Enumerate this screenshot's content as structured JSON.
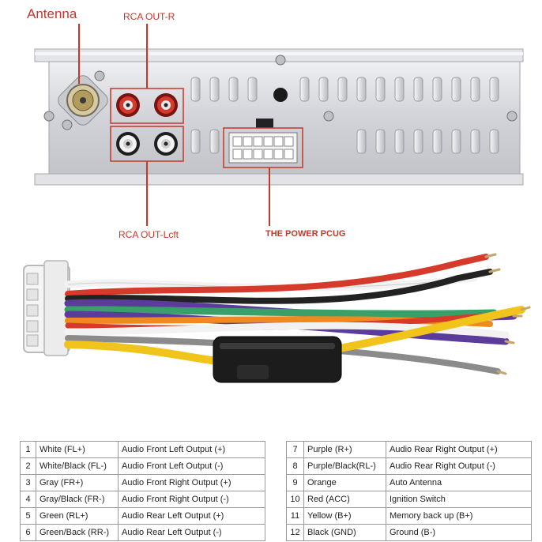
{
  "labels": {
    "antenna": "Antenna",
    "rca_out_r": "RCA OUT-R",
    "rca_out_left": "RCA OUT-Lcft",
    "power_plug": "THE POWER PCUG"
  },
  "colors": {
    "annotation": "#c0392b",
    "panel": "#d4d5d9",
    "wire_red": "#d63a2a",
    "wire_black": "#222222",
    "wire_green": "#3aa06a",
    "wire_purple": "#5b3c9a",
    "wire_yellow": "#f1c41b",
    "wire_orange": "#f08a1e",
    "wire_white": "#f2f2f2",
    "wire_gray": "#8b8b8b"
  },
  "pinout_left": [
    {
      "num": "1",
      "wire": "White (FL+)",
      "function": "Audio Front Left Output (+)"
    },
    {
      "num": "2",
      "wire": "White/Black (FL-)",
      "function": "Audio Front Left Output (-)"
    },
    {
      "num": "3",
      "wire": "Gray (FR+)",
      "function": "Audio Front Right Output (+)"
    },
    {
      "num": "4",
      "wire": "Gray/Black (FR-)",
      "function": "Audio Front Right Output (-)"
    },
    {
      "num": "5",
      "wire": "Green (RL+)",
      "function": "Audio Rear Left Output (+)"
    },
    {
      "num": "6",
      "wire": "Green/Back (RR-)",
      "function": "Audio Rear Left Output (-)"
    }
  ],
  "pinout_right": [
    {
      "num": "7",
      "wire": "Purple (R+)",
      "function": "Audio Rear Right Output (+)"
    },
    {
      "num": "8",
      "wire": "Purple/Black(RL-)",
      "function": "Audio Rear Right Output (-)"
    },
    {
      "num": "9",
      "wire": "Orange",
      "function": "Auto Antenna"
    },
    {
      "num": "10",
      "wire": "Red (ACC)",
      "function": "Ignition Switch"
    },
    {
      "num": "11",
      "wire": "Yellow (B+)",
      "function": "Memory back up (B+)"
    },
    {
      "num": "12",
      "wire": "Black (GND)",
      "function": "Ground (B-)"
    }
  ]
}
